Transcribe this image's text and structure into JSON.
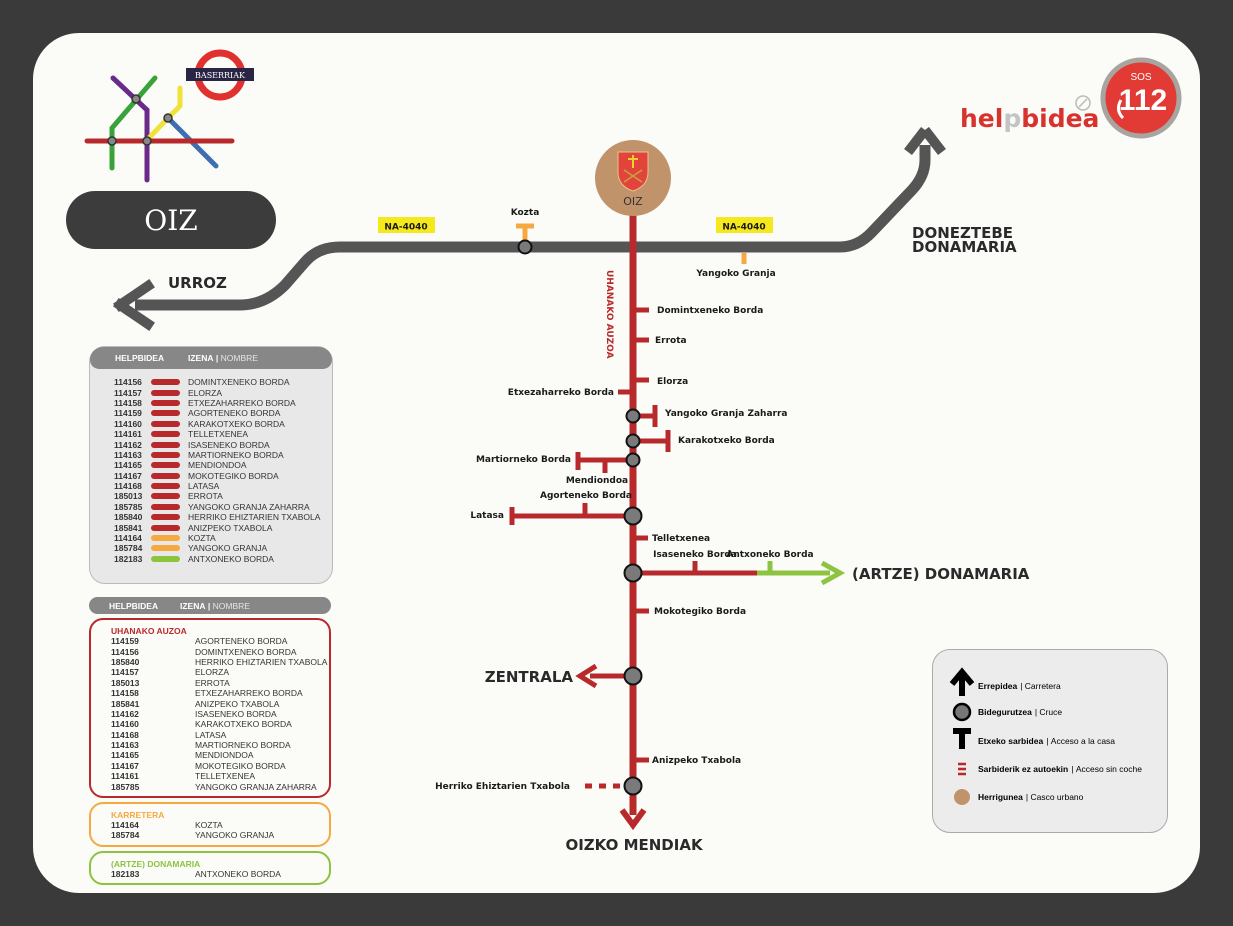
{
  "logo": {
    "badge": "BASERRIAK",
    "title": "OIZ"
  },
  "brand": {
    "name_a": "hel",
    "name_b": "p",
    "name_c": "bidea",
    "sos": "SOS",
    "number": "112"
  },
  "center": {
    "label": "OIZ"
  },
  "roads": {
    "road_label_1": "NA-4040",
    "road_label_2": "NA-4040",
    "west": "URROZ",
    "east_1": "DONEZTEBE",
    "east_2": "DONAMARIA"
  },
  "map": {
    "neighborhood": "UHANAKO AUZOA",
    "kozta": "Kozta",
    "yangoko_granja": "Yangoko Granja",
    "domintxeneko": "Domintxeneko Borda",
    "errota": "Errota",
    "elorza": "Elorza",
    "etxezaharreko": "Etxezaharreko Borda",
    "yangoko_zaharra": "Yangoko Granja Zaharra",
    "karakotxeko": "Karakotxeko Borda",
    "martiorneko": "Martiorneko Borda",
    "mendiondoa": "Mendiondoa",
    "agorteneko": "Agorteneko Borda",
    "latasa": "Latasa",
    "telletxenea": "Telletxenea",
    "isaseneko": "Isaseneko Borda",
    "antxoneko": "Antxoneko Borda",
    "artze": "(ARTZE) DONAMARIA",
    "mokotegiko": "Mokotegiko Borda",
    "zentrala": "ZENTRALA",
    "anizpeko": "Anizpeko Txabola",
    "herriko": "Herriko Ehiztarien Txabola",
    "mendiak": "OIZKO MENDIAK"
  },
  "colors": {
    "red": "#b8292c",
    "orange": "#f7a941",
    "green": "#8cc43f",
    "gray": "#555555",
    "tan": "#c0936a"
  },
  "table1": {
    "col1": "HELPBIDEA",
    "col2": "IZENA",
    "col2b": "NOMBRE",
    "rows": [
      {
        "code": "114156",
        "color": "#b8292c",
        "name": "DOMINTXENEKO BORDA"
      },
      {
        "code": "114157",
        "color": "#b8292c",
        "name": "ELORZA"
      },
      {
        "code": "114158",
        "color": "#b8292c",
        "name": "ETXEZAHARREKO BORDA"
      },
      {
        "code": "114159",
        "color": "#b8292c",
        "name": "AGORTENEKO BORDA"
      },
      {
        "code": "114160",
        "color": "#b8292c",
        "name": "KARAKOTXEKO BORDA"
      },
      {
        "code": "114161",
        "color": "#b8292c",
        "name": "TELLETXENEA"
      },
      {
        "code": "114162",
        "color": "#b8292c",
        "name": "ISASENEKO BORDA"
      },
      {
        "code": "114163",
        "color": "#b8292c",
        "name": "MARTIORNEKO BORDA"
      },
      {
        "code": "114165",
        "color": "#b8292c",
        "name": "MENDIONDOA"
      },
      {
        "code": "114167",
        "color": "#b8292c",
        "name": "MOKOTEGIKO BORDA"
      },
      {
        "code": "114168",
        "color": "#b8292c",
        "name": "LATASA"
      },
      {
        "code": "185013",
        "color": "#b8292c",
        "name": "ERROTA"
      },
      {
        "code": "185785",
        "color": "#b8292c",
        "name": "YANGOKO GRANJA ZAHARRA"
      },
      {
        "code": "185840",
        "color": "#b8292c",
        "name": "HERRIKO EHIZTARIEN TXABOLA"
      },
      {
        "code": "185841",
        "color": "#b8292c",
        "name": "ANIZPEKO TXABOLA"
      },
      {
        "code": "114164",
        "color": "#f7a941",
        "name": "KOZTA"
      },
      {
        "code": "185784",
        "color": "#f7a941",
        "name": "YANGOKO GRANJA"
      },
      {
        "code": "182183",
        "color": "#8cc43f",
        "name": "ANTXONEKO BORDA"
      }
    ]
  },
  "table2": {
    "col1": "HELPBIDEA",
    "col2": "IZENA",
    "col2b": "NOMBRE",
    "groups": [
      {
        "title": "UHANAKO AUZOA",
        "color": "#b8292c",
        "rows": [
          {
            "code": "114159",
            "name": "AGORTENEKO BORDA"
          },
          {
            "code": "114156",
            "name": "DOMINTXENEKO BORDA"
          },
          {
            "code": "185840",
            "name": "HERRIKO EHIZTARIEN TXABOLA"
          },
          {
            "code": "114157",
            "name": "ELORZA"
          },
          {
            "code": "185013",
            "name": "ERROTA"
          },
          {
            "code": "114158",
            "name": "ETXEZAHARREKO BORDA"
          },
          {
            "code": "185841",
            "name": "ANIZPEKO TXABOLA"
          },
          {
            "code": "114162",
            "name": "ISASENEKO BORDA"
          },
          {
            "code": "114160",
            "name": "KARAKOTXEKO BORDA"
          },
          {
            "code": "114168",
            "name": "LATASA"
          },
          {
            "code": "114163",
            "name": "MARTIORNEKO BORDA"
          },
          {
            "code": "114165",
            "name": "MENDIONDOA"
          },
          {
            "code": "114167",
            "name": "MOKOTEGIKO BORDA"
          },
          {
            "code": "114161",
            "name": "TELLETXENEA"
          },
          {
            "code": "185785",
            "name": "YANGOKO GRANJA ZAHARRA"
          }
        ]
      },
      {
        "title": "KARRETERA",
        "color": "#f7a941",
        "rows": [
          {
            "code": "114164",
            "name": "KOZTA"
          },
          {
            "code": "185784",
            "name": "YANGOKO GRANJA"
          }
        ]
      },
      {
        "title": "(ARTZE) DONAMARIA",
        "color": "#8cc43f",
        "rows": [
          {
            "code": "182183",
            "name": "ANTXONEKO BORDA"
          }
        ]
      }
    ]
  },
  "legend": [
    {
      "bold": "Errepidea",
      "thin": "Carretera"
    },
    {
      "bold": "Bidegurutzea",
      "thin": "Cruce"
    },
    {
      "bold": "Etxeko sarbidea",
      "thin": "Acceso a la casa"
    },
    {
      "bold": "Sarbiderik ez autoekin",
      "thin": "Acceso sin coche"
    },
    {
      "bold": "Herrigunea",
      "thin": "Casco urbano"
    }
  ]
}
